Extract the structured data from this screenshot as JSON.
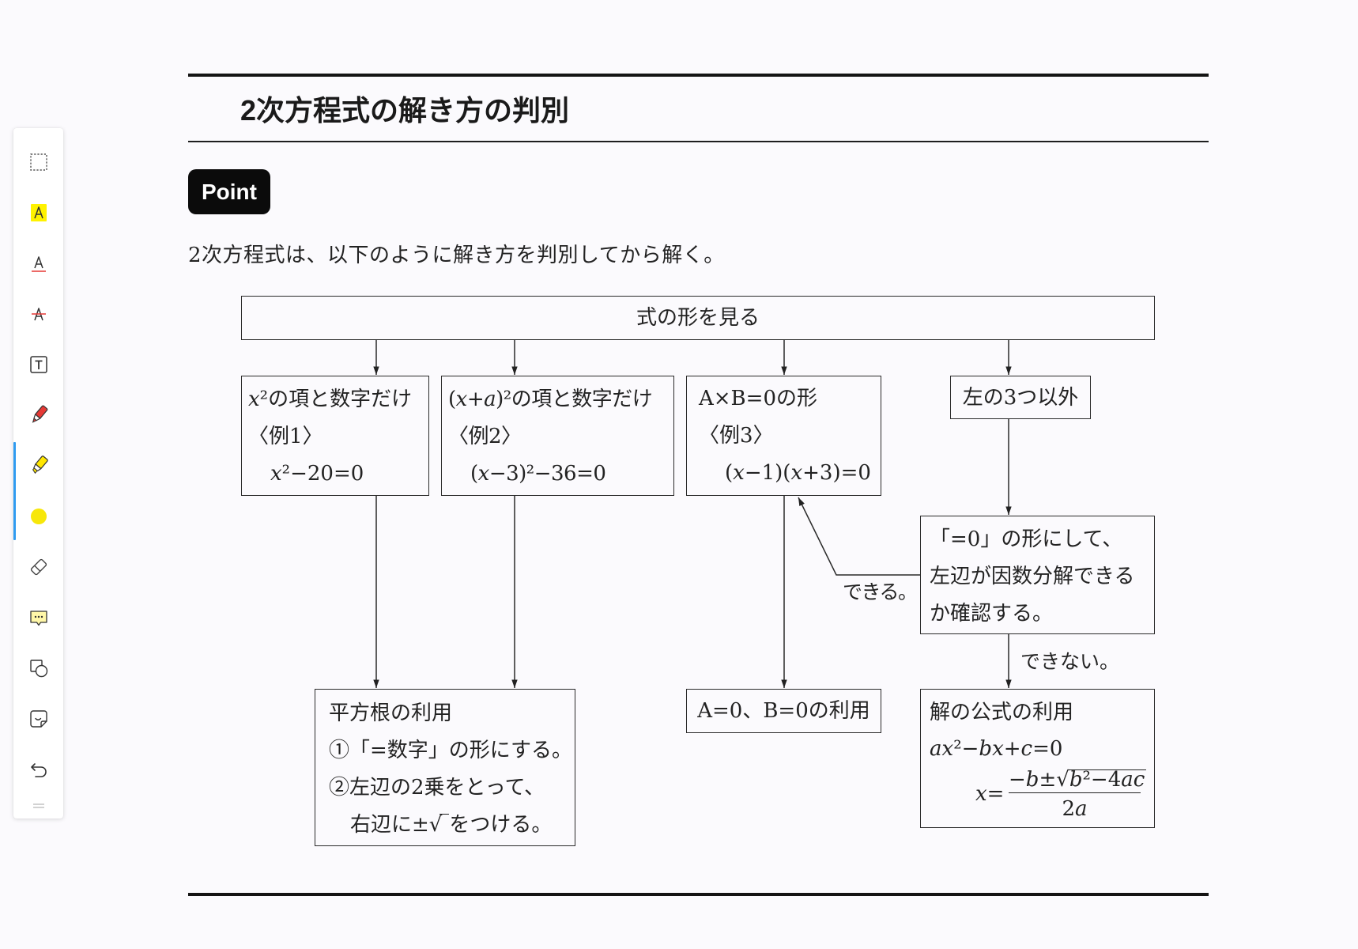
{
  "toolbar": {
    "tools": [
      {
        "icon": "select-rectangle-icon"
      },
      {
        "icon": "highlight-text-icon"
      },
      {
        "icon": "underline-text-icon"
      },
      {
        "icon": "strikethrough-text-icon"
      },
      {
        "icon": "text-box-icon"
      },
      {
        "icon": "pen-icon"
      },
      {
        "icon": "highlighter-icon"
      },
      {
        "icon": "color-dot-icon"
      },
      {
        "icon": "eraser-icon"
      },
      {
        "icon": "comment-icon"
      },
      {
        "icon": "shapes-icon"
      },
      {
        "icon": "sticker-icon"
      },
      {
        "icon": "undo-icon"
      }
    ],
    "active_tool_icon": "highlighter-icon",
    "handle_icon": "drag-handle-icon",
    "colors": {
      "active_indicator": "#2f9bf0",
      "highlight": "#fff200",
      "pen": "#e53935",
      "current_color": "#f7e70a"
    }
  },
  "document": {
    "title": "2次方程式の解き方の判別",
    "badge": "Point",
    "intro": "2次方程式は、以下のように解き方を判別してから解く。",
    "flowchart": {
      "start": "式の形を見る",
      "cases": [
        {
          "lines": [
            "x²の項と数字だけ",
            "〈例1〉",
            "x²−20=0"
          ]
        },
        {
          "lines": [
            "(x+a)²の項と数字だけ",
            "〈例2〉",
            "(x−3)²−36=0"
          ]
        },
        {
          "lines": [
            "A×B=0の形",
            "〈例3〉",
            "(x−1)(x+3)=0"
          ]
        },
        {
          "lines": [
            "左の3つ以外"
          ]
        }
      ],
      "check": {
        "lines": [
          "「=0」の形にして、",
          "左辺が因数分解できる",
          "か確認する。"
        ]
      },
      "yes_label": "できる。",
      "no_label": "できない。",
      "results": {
        "square_root": {
          "lines": [
            "平方根の利用",
            "①「=数字」の形にする。",
            "②左辺の2乗をとって、"
          ],
          "line4_before": "右辺に±",
          "line4_radical": "√",
          "line4_after": "をつける。"
        },
        "factor": "A=0、B=0の利用",
        "formula": {
          "title": "解の公式の利用",
          "equation": "ax²−bx+c=0",
          "lhs": "x=",
          "numerator_prefix": "−b±",
          "radical": "√",
          "radicand": "b²−4ac",
          "denominator": "2a"
        }
      }
    }
  }
}
